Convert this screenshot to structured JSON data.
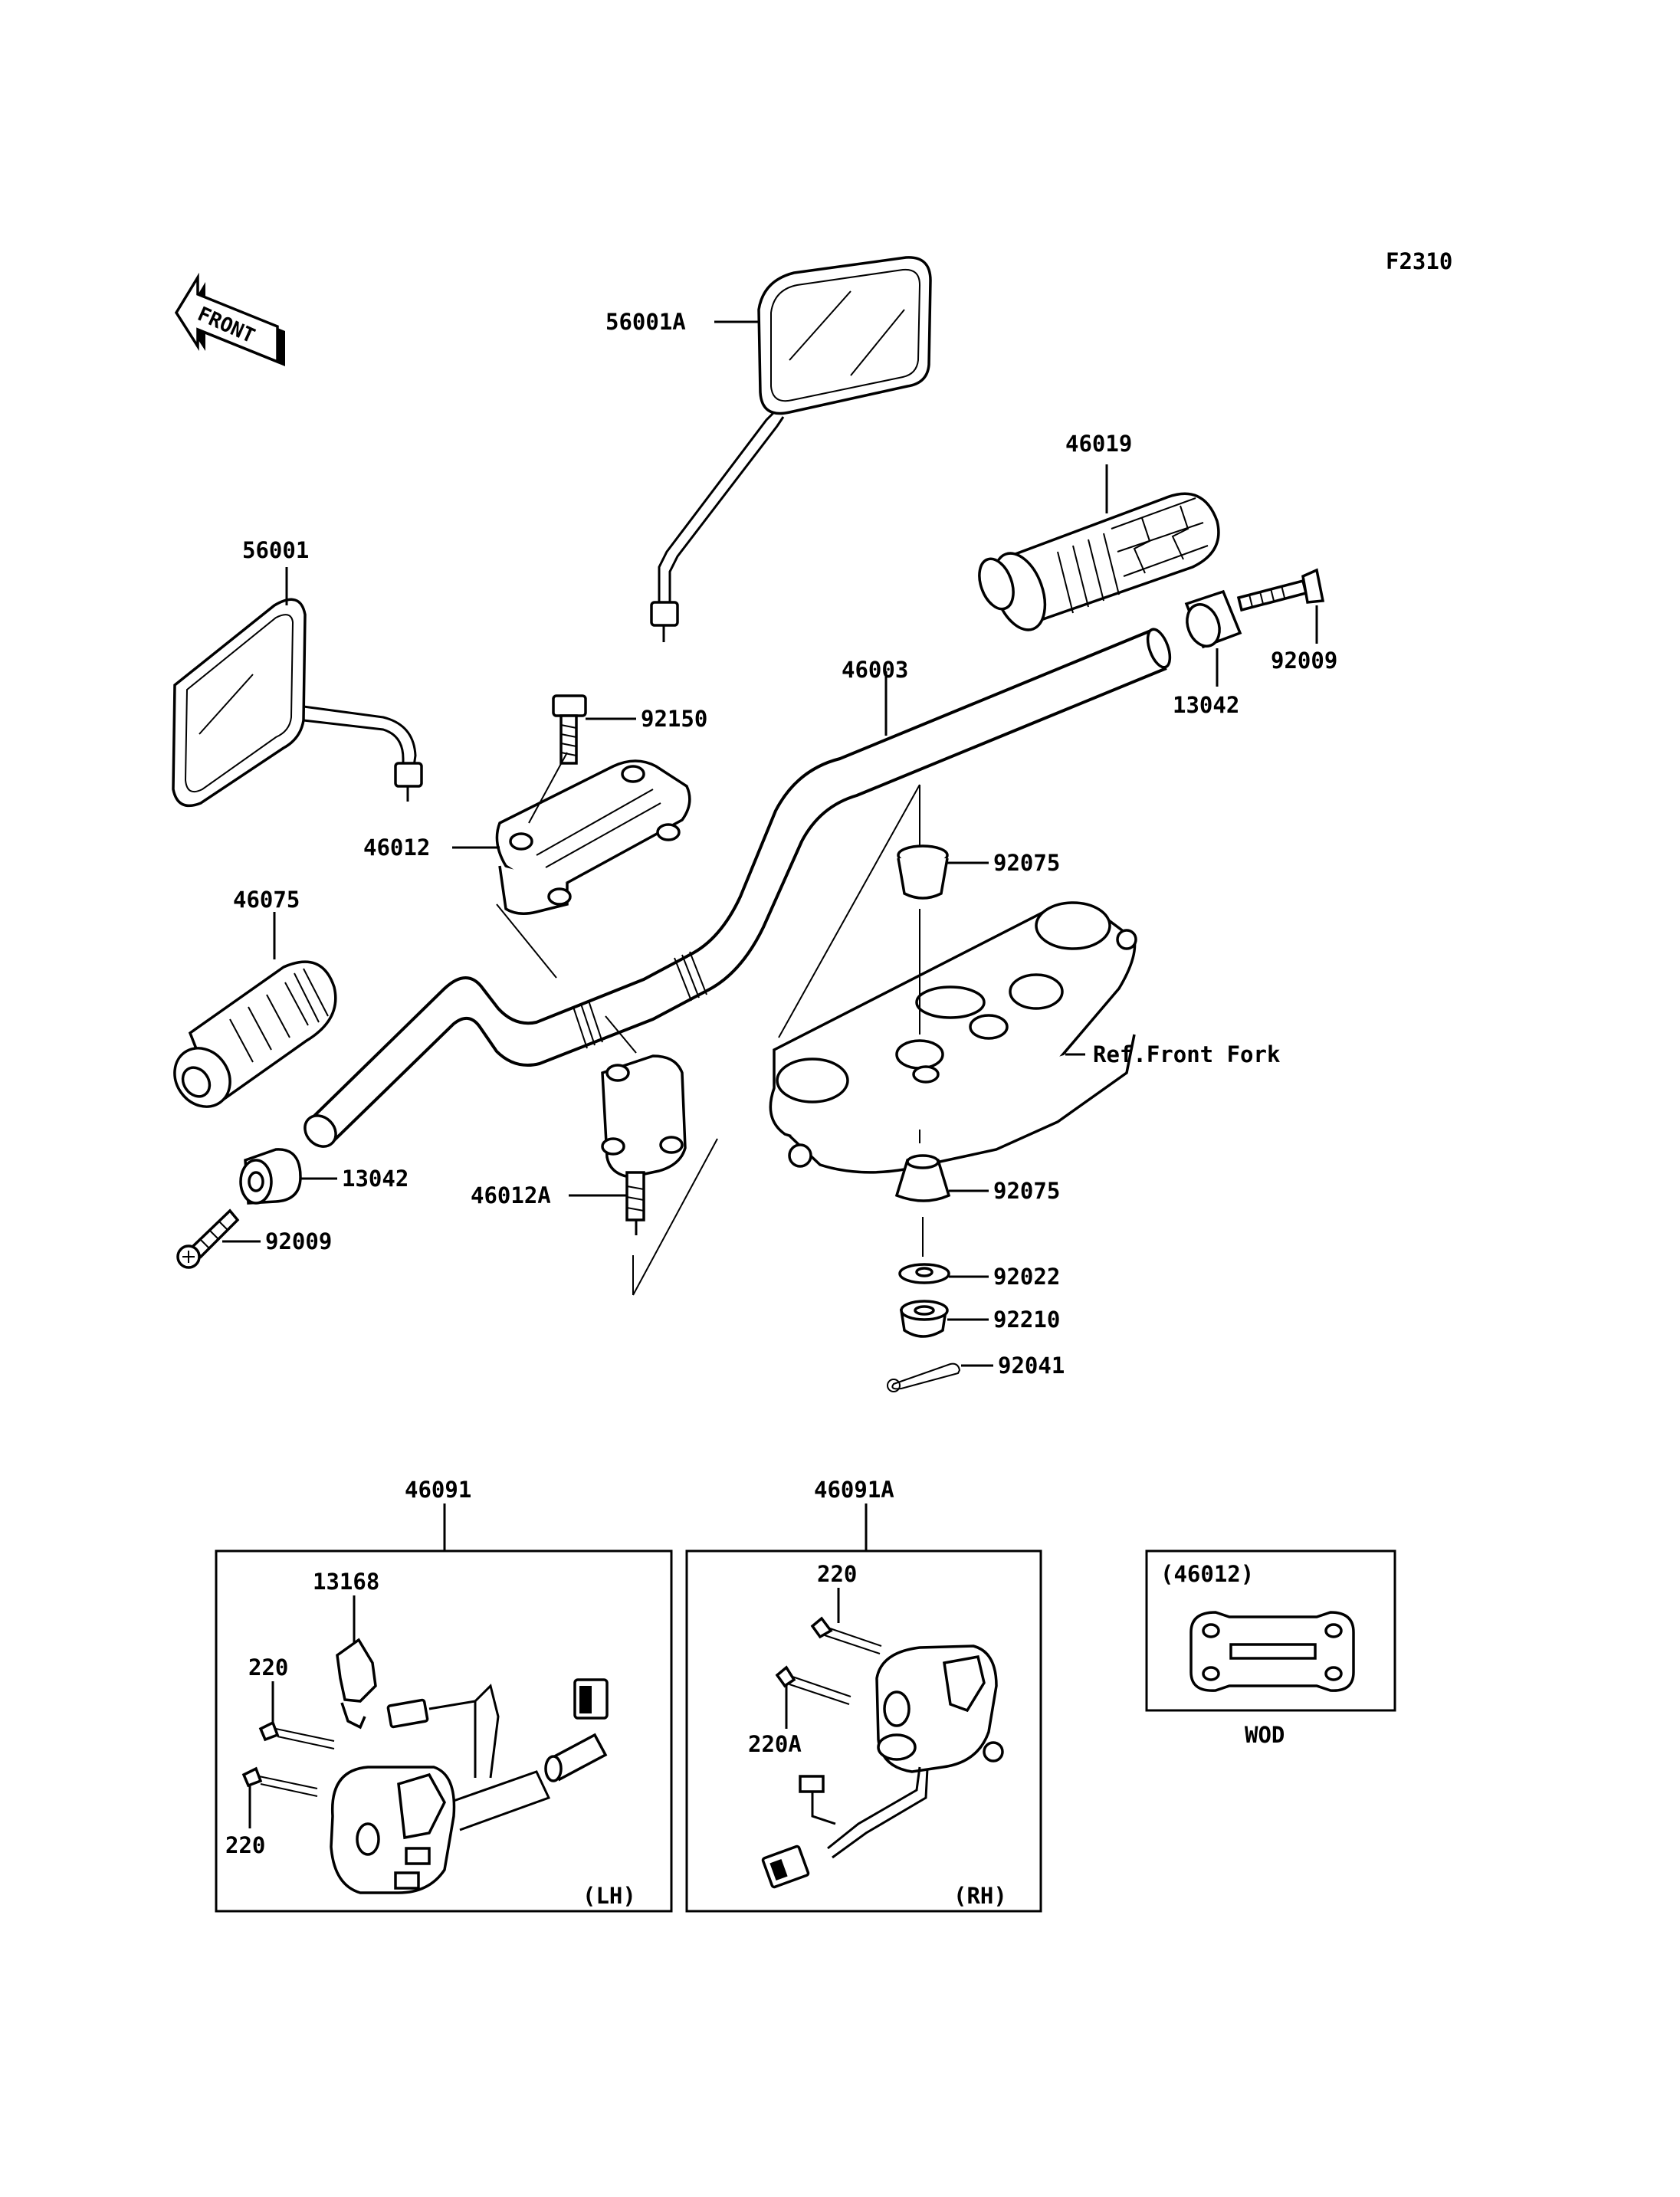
{
  "figure_code": "F2310",
  "front_arrow": {
    "label": "FRONT",
    "icon": "front-direction-arrow-icon"
  },
  "callouts": {
    "p56001A": "56001A",
    "p56001": "56001",
    "p46019": "46019",
    "p92009_r": "92009",
    "p13042_r": "13042",
    "p46003": "46003",
    "p92150": "92150",
    "p46012": "46012",
    "p46075": "46075",
    "p92075_top": "92075",
    "ref_front_fork": "Ref.Front Fork",
    "p13042_l": "13042",
    "p46012A": "46012A",
    "p92009_l": "92009",
    "p92075_bot": "92075",
    "p92022": "92022",
    "p92210": "92210",
    "p92041": "92041"
  },
  "boxes": {
    "lh": {
      "header": "46091",
      "side": "(LH)",
      "labels": {
        "p13168": "13168",
        "p220_a": "220",
        "p220_b": "220"
      }
    },
    "rh": {
      "header": "46091A",
      "side": "(RH)",
      "labels": {
        "p220": "220",
        "p220A": "220A"
      }
    },
    "wod": {
      "header": "(46012)",
      "footer": "WOD"
    }
  }
}
